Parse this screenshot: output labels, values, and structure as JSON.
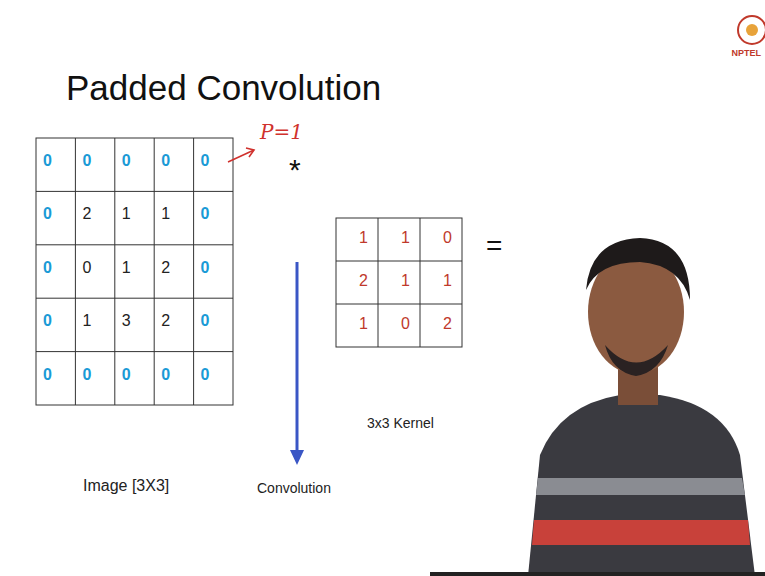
{
  "diagram": {
    "title": "Padded Convolution",
    "labels": [
      "0",
      "0",
      "0",
      "0",
      "0",
      "0",
      "2",
      "1",
      "1",
      "0",
      "0",
      "0",
      "1",
      "2",
      "0",
      "0",
      "1",
      "3",
      "2",
      "0",
      "0",
      "0",
      "0",
      "0",
      "0",
      "1",
      "1",
      "0",
      "2",
      "1",
      "1",
      "1",
      "0",
      "2",
      "P=1",
      "*",
      "=",
      "3x3 Kernel",
      "Image [3X3]",
      "Convolution",
      "NPTEL"
    ]
  }
}
